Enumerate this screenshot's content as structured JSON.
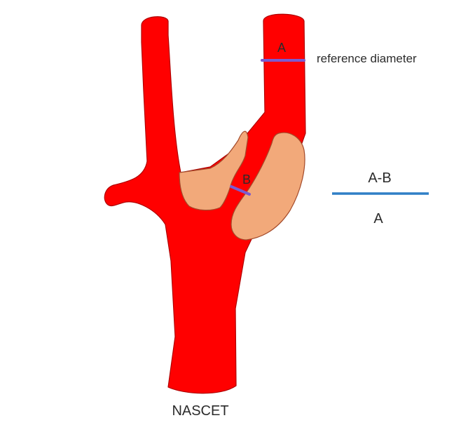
{
  "labels": {
    "a": "A",
    "b": "B",
    "reference": "reference diameter",
    "numerator": "A-B",
    "denominator": "A",
    "title": "NASCET"
  },
  "colors": {
    "vessel": "#ff0000",
    "vessel_outline": "#b00000",
    "plaque": "#f2a97a",
    "plaque_outline": "#a34a2a",
    "measure_line": "#7a5bd0",
    "fraction_bar": "#2f7fc6",
    "text": "#2b2b2b"
  }
}
